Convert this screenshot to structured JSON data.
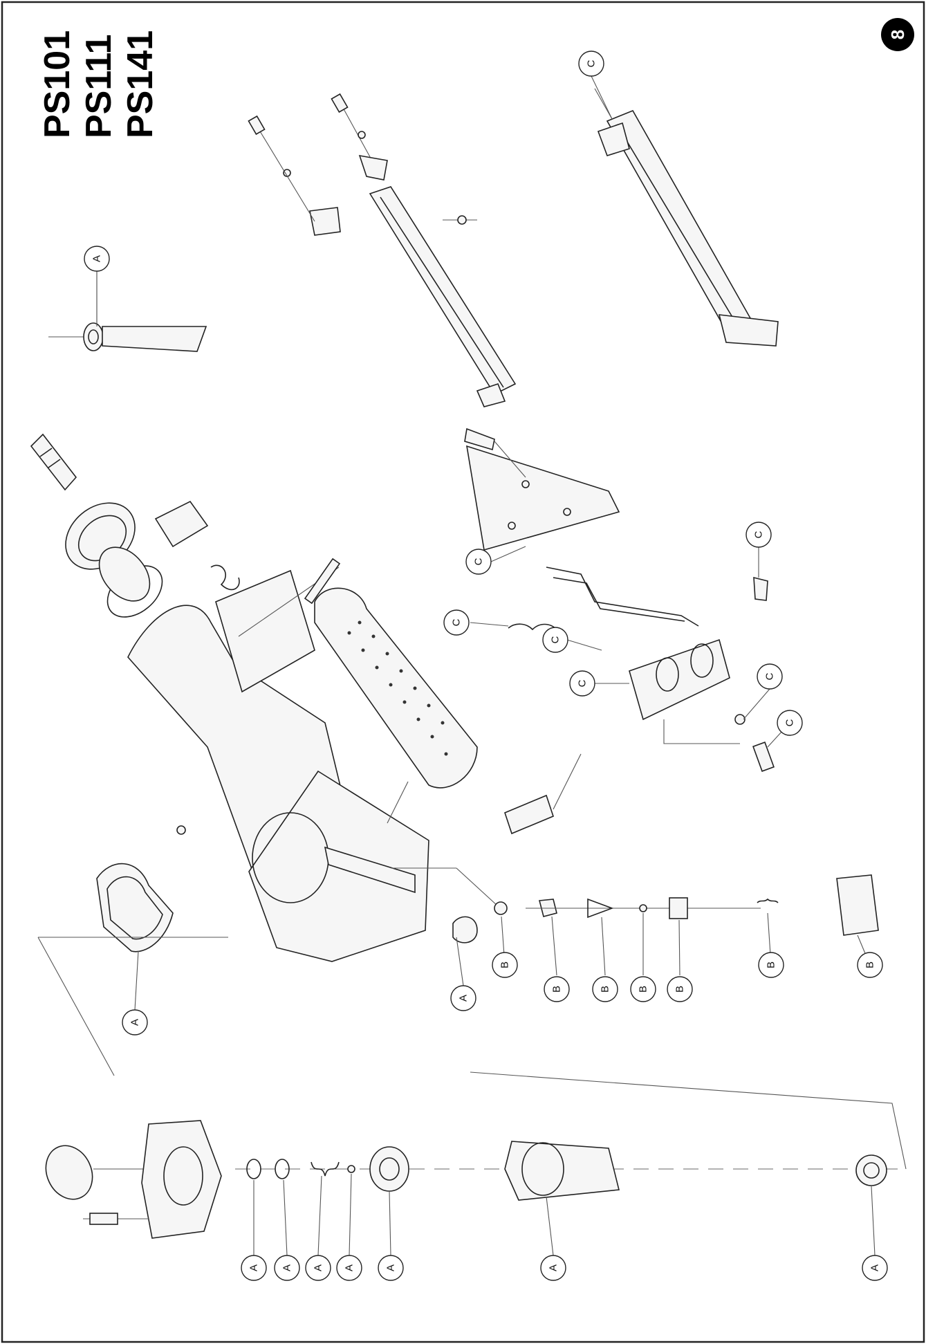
{
  "models": [
    "PS101",
    "PS111",
    "PS141"
  ],
  "figure_number": "8",
  "callout_letters": {
    "a": "A",
    "b": "B",
    "c": "C"
  }
}
